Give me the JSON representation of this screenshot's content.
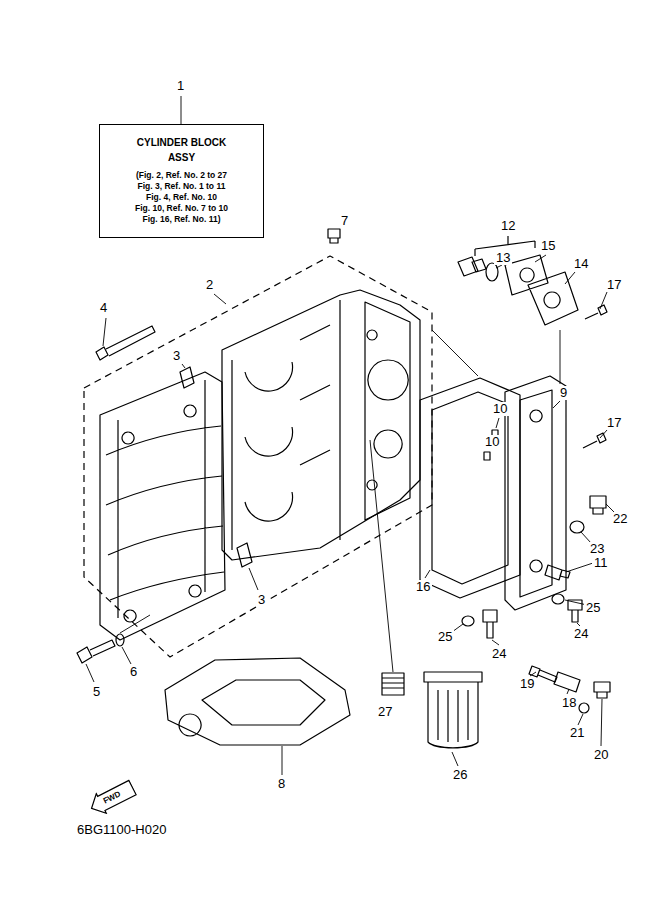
{
  "diagram": {
    "nodes": [
      {
        "text": [
          "CYLINDER BLOCK ASSY",
          "(Fig. 2, Ref. No. 2 to 27",
          "Fig. 3, Ref. No. 1 to 11",
          "Fig. 4, Ref. No. 10",
          "Fig. 10, Ref. No. 7 to 10",
          "Fig. 16, Ref. No. 11)"
        ]
      },
      {
        "text": [
          "FWD"
        ]
      }
    ],
    "labels": [
      "1",
      "2",
      "3",
      "3",
      "4",
      "5",
      "6",
      "7",
      "8",
      "9",
      "10",
      "10",
      "11",
      "12",
      "13",
      "14",
      "15",
      "16",
      "17",
      "17",
      "18",
      "19",
      "20",
      "21",
      "22",
      "23",
      "24",
      "24",
      "25",
      "25",
      "26",
      "27",
      "6BG1100-H020"
    ]
  }
}
